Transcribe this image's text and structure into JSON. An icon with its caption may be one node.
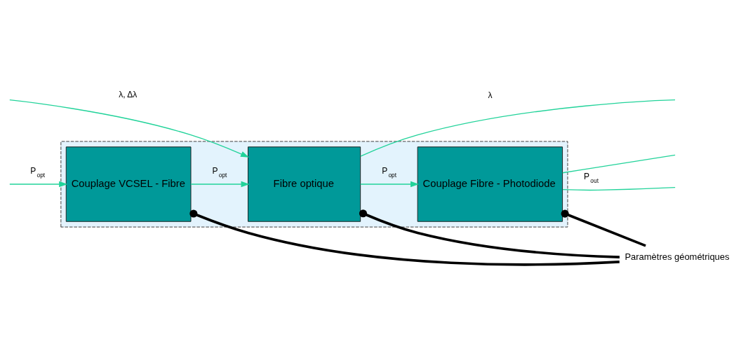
{
  "diagram": {
    "nodes": [
      {
        "text": [],
        "shape": "box"
      },
      {
        "text": [
          "Couplage VCSEL - Fibre"
        ],
        "in": 0
      },
      {
        "text": [
          "Fibre optique"
        ],
        "in": 0
      },
      {
        "text": [
          "Couplage Fibre - Photodiode"
        ],
        "in": 0
      },
      {
        "text": [
          "Paramètres géométriques"
        ]
      }
    ],
    "edges": [
      {
        "from": null,
        "to": 1,
        "arrow": "to",
        "label": "P$_{opt}$"
      },
      {
        "from": 1,
        "to": 2,
        "arrow": "to",
        "label": "P$_{opt}$"
      },
      {
        "from": 1,
        "to": 4,
        "arrow": "other",
        "style": "thick",
        "color": "#000000"
      },
      {
        "from": 2,
        "to": 3,
        "arrow": "to",
        "label": "P$_{opt}$"
      },
      {
        "from": 2,
        "to": null,
        "arrow": "none",
        "label": "λ"
      },
      {
        "from": 2,
        "to": 4,
        "arrow": "other",
        "style": "thick",
        "color": "#000000"
      },
      {
        "from": 3,
        "to": null,
        "arrow": "none"
      },
      {
        "from": 3,
        "to": null,
        "arrow": "none",
        "label": "P$_{out}$"
      },
      {
        "from": 3,
        "to": 4,
        "arrow": "other",
        "style": "thick",
        "color": "#000000"
      },
      {
        "from": null,
        "to": 2,
        "arrow": "to",
        "label": "λ, Δλ"
      }
    ]
  }
}
